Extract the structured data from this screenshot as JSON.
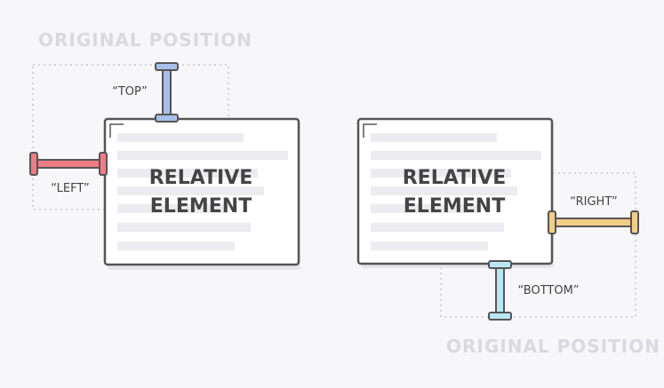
{
  "colors": {
    "background": "#f7f7f9",
    "box_border": "#555555",
    "box_fill": "#ffffff",
    "text_lines": "#ececf0",
    "dotted_outline": "#d2d2d8",
    "heading_text": "#d9d9e0",
    "element_text": "#444444",
    "label_text": "#444444",
    "top_marker": "#a9bfeb",
    "left_marker": "#ee7d86",
    "right_marker": "#f1cd87",
    "bottom_marker": "#b9e6f3"
  },
  "left_diagram": {
    "heading": "ORIGINAL POSITION",
    "element_line1": "RELATIVE",
    "element_line2": "ELEMENT",
    "top_label": "“TOP”",
    "left_label": "“LEFT”"
  },
  "right_diagram": {
    "heading": "ORIGINAL POSITION",
    "element_line1": "RELATIVE",
    "element_line2": "ELEMENT",
    "right_label": "“RIGHT”",
    "bottom_label": "“BOTTOM”"
  }
}
